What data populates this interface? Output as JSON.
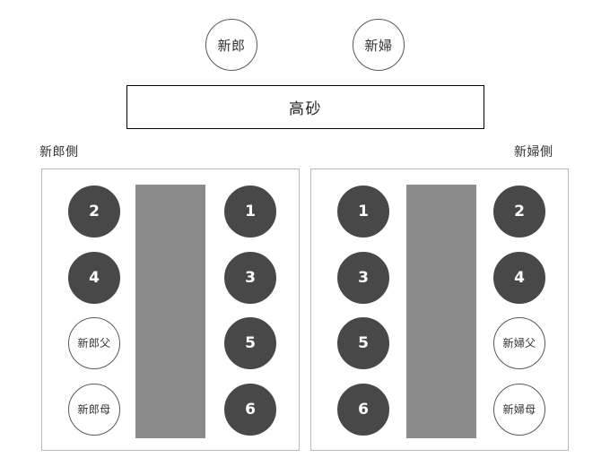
{
  "couple": {
    "groom": {
      "label": "新郎"
    },
    "bride": {
      "label": "新婦"
    }
  },
  "head_table": {
    "label": "高砂"
  },
  "captions": {
    "groom_side": "新郎側",
    "bride_side": "新婦側"
  },
  "colors": {
    "numbered_seat_fill": "#484848",
    "numbered_seat_text": "#ffffff",
    "named_seat_fill": "#ffffff",
    "named_seat_border": "#59595b",
    "table_slab": "#8b8b8b",
    "panel_border": "#b9b9b9",
    "head_table_border": "#000000"
  },
  "panels": [
    {
      "id": "groom-side",
      "caption": "新郎側",
      "left_column": [
        {
          "label": "2",
          "type": "numbered"
        },
        {
          "label": "4",
          "type": "numbered"
        },
        {
          "label": "新郎父",
          "type": "named"
        },
        {
          "label": "新郎母",
          "type": "named"
        }
      ],
      "right_column": [
        {
          "label": "1",
          "type": "numbered"
        },
        {
          "label": "3",
          "type": "numbered"
        },
        {
          "label": "5",
          "type": "numbered"
        },
        {
          "label": "6",
          "type": "numbered"
        }
      ]
    },
    {
      "id": "bride-side",
      "caption": "新婦側",
      "left_column": [
        {
          "label": "1",
          "type": "numbered"
        },
        {
          "label": "3",
          "type": "numbered"
        },
        {
          "label": "5",
          "type": "numbered"
        },
        {
          "label": "6",
          "type": "numbered"
        }
      ],
      "right_column": [
        {
          "label": "2",
          "type": "numbered"
        },
        {
          "label": "4",
          "type": "numbered"
        },
        {
          "label": "新婦父",
          "type": "named"
        },
        {
          "label": "新婦母",
          "type": "named"
        }
      ]
    }
  ]
}
